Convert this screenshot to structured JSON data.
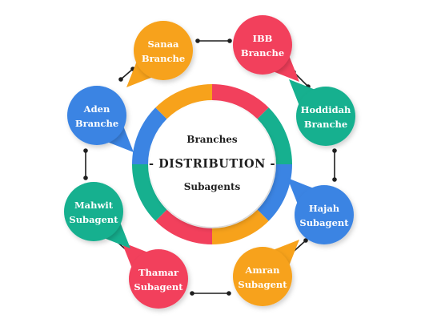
{
  "center": {
    "top_label": "Branches",
    "main_label": "- DISTRIBUTION -",
    "bottom_label": "Subagents"
  },
  "nodes": [
    {
      "id": "sanaa",
      "line1": "Sanaa",
      "line2": "Branche",
      "color": "#f7a21b"
    },
    {
      "id": "ibb",
      "line1": "IBB",
      "line2": "Branche",
      "color": "#f2405c"
    },
    {
      "id": "hoddidah",
      "line1": "Hoddidah",
      "line2": "Branche",
      "color": "#16b08f"
    },
    {
      "id": "hajah",
      "line1": "Hajah",
      "line2": "Subagent",
      "color": "#3b84e3"
    },
    {
      "id": "amran",
      "line1": "Amran",
      "line2": "Subagent",
      "color": "#f7a21b"
    },
    {
      "id": "thamar",
      "line1": "Thamar",
      "line2": "Subagent",
      "color": "#f2405c"
    },
    {
      "id": "mahwit",
      "line1": "Mahwit",
      "line2": "Subagent",
      "color": "#16b08f"
    },
    {
      "id": "aden",
      "line1": "Aden",
      "line2": "Branche",
      "color": "#3b84e3"
    }
  ],
  "ring_colors": [
    "#f2405c",
    "#16b08f",
    "#3b84e3",
    "#f7a21b",
    "#f2405c",
    "#16b08f",
    "#3b84e3",
    "#f7a21b"
  ],
  "connector_color": "#1f1f1f"
}
